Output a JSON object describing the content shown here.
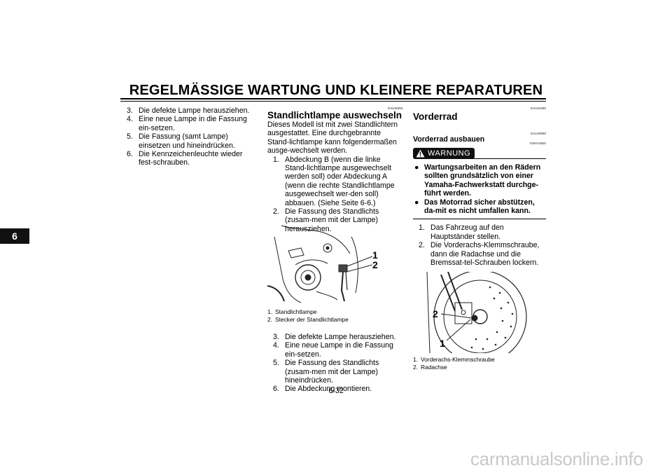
{
  "header": {
    "title": "REGELMÄSSIGE WARTUNG UND KLEINERE REPARATUREN"
  },
  "chapter_tab": "6",
  "page_number": "6-32",
  "left_column": {
    "steps": [
      {
        "num": "3.",
        "text": "Die defekte Lampe herausziehen."
      },
      {
        "num": "4.",
        "text": "Eine neue Lampe in die Fassung ein-setzen."
      },
      {
        "num": "5.",
        "text": "Die Fassung (samt Lampe) einsetzen und hineindrücken."
      },
      {
        "num": "6.",
        "text": "Die Kennzeichenleuchte wieder fest-schrauben."
      }
    ]
  },
  "middle_column": {
    "code": "GAU32831",
    "title": "Standlichtlampe auswechseln",
    "intro": "Dieses Modell ist mit zwei Standlichtern ausgestattet. Eine durchgebrannte Stand-lichtlampe kann folgendermaßen ausge-wechselt werden.",
    "steps_a": [
      {
        "num": "1.",
        "text": "Abdeckung B (wenn die linke Stand-lichtlampe ausgewechselt werden soll) oder Abdeckung A (wenn die rechte Standlichtlampe ausgewechselt wer-den soll) abbauen. (Siehe Seite 6-6.)"
      },
      {
        "num": "2.",
        "text": "Die Fassung des Standlichts (zusam-men mit der Lampe) herausziehen."
      }
    ],
    "figure": {
      "callout1": "1",
      "callout2": "2"
    },
    "captions": [
      {
        "num": "1.",
        "text": "Standlichtlampe"
      },
      {
        "num": "2.",
        "text": "Stecker der Standlichtlampe"
      }
    ],
    "steps_b": [
      {
        "num": "3.",
        "text": "Die defekte Lampe herausziehen."
      },
      {
        "num": "4.",
        "text": "Eine neue Lampe in die Fassung ein-setzen."
      },
      {
        "num": "5.",
        "text": "Die Fassung des Standlichts (zusam-men mit der Lampe) hineindrücken."
      },
      {
        "num": "6.",
        "text": "Die Abdeckung montieren."
      }
    ]
  },
  "right_column": {
    "code1": "GAU24360",
    "title": "Vorderrad",
    "code2": "GAU40060",
    "subtitle": "Vorderrad ausbauen",
    "code3": "GWA10820",
    "warning_label": "WARNUNG",
    "warning_items": [
      "Wartungsarbeiten an den Rädern sollten grundsätzlich von einer Yamaha-Fachwerkstatt durchge-führt werden.",
      "Das Motorrad sicher abstützen, da-mit es nicht umfallen kann."
    ],
    "steps": [
      {
        "num": "1.",
        "text": "Das Fahrzeug auf den Hauptständer stellen."
      },
      {
        "num": "2.",
        "text": "Die Vorderachs-Klemmschraube, dann die Radachse und die Bremssat-tel-Schrauben lockern."
      }
    ],
    "figure": {
      "callout1": "1",
      "callout2": "2"
    },
    "captions": [
      {
        "num": "1.",
        "text": "Vorderachs-Klemmschraube"
      },
      {
        "num": "2.",
        "text": "Radachse"
      }
    ]
  },
  "watermark": "carmanualsonline.info"
}
